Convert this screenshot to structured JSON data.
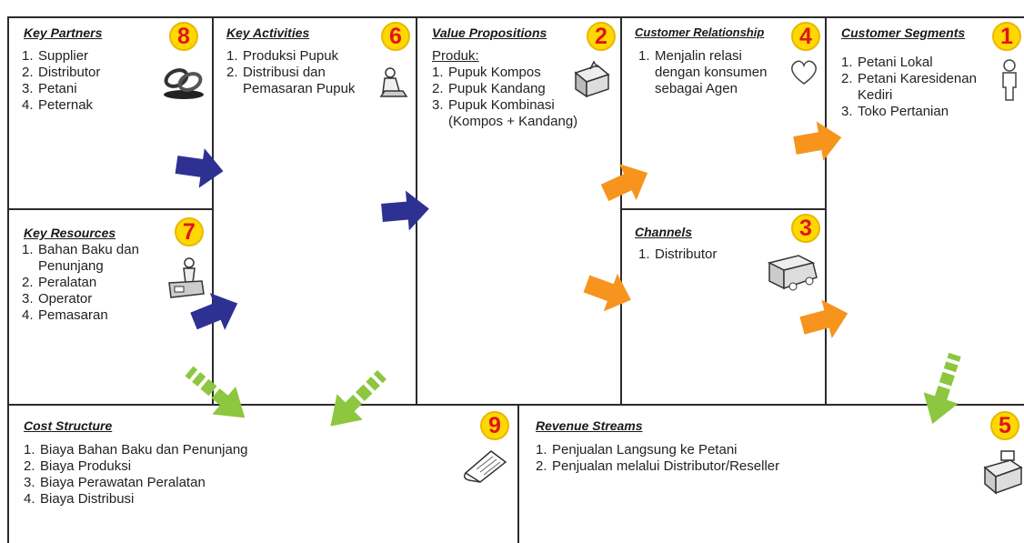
{
  "blocks": {
    "key_partners": {
      "title": "Key Partners",
      "number": "8",
      "items": [
        "Supplier",
        "Distributor",
        "Petani",
        "Peternak"
      ]
    },
    "key_activities": {
      "title": "Key Activities",
      "number": "6",
      "items": [
        "Produksi Pupuk",
        "Distribusi dan Pemasaran Pupuk"
      ]
    },
    "value_propositions": {
      "title": "Value Propositions",
      "number": "2",
      "subtitle": "Produk:",
      "items": [
        "Pupuk Kompos",
        "Pupuk Kandang",
        "Pupuk Kombinasi (Kompos + Kandang)"
      ]
    },
    "customer_relationship": {
      "title": "Customer Relationship",
      "number": "4",
      "items": [
        "Menjalin relasi dengan konsumen sebagai Agen"
      ]
    },
    "customer_segments": {
      "title": "Customer Segments",
      "number": "1",
      "items": [
        "Petani Lokal",
        "Petani Karesidenan Kediri",
        "Toko Pertanian"
      ]
    },
    "key_resources": {
      "title": "Key Resources",
      "number": "7",
      "items": [
        "Bahan Baku dan Penunjang",
        "Peralatan",
        "Operator",
        "Pemasaran"
      ]
    },
    "channels": {
      "title": "Channels",
      "number": "3",
      "items": [
        "Distributor"
      ]
    },
    "cost_structure": {
      "title": "Cost Structure",
      "number": "9",
      "items": [
        "Biaya Bahan Baku dan Penunjang",
        "Biaya Produksi",
        "Biaya Perawatan Peralatan",
        "Biaya Distribusi"
      ]
    },
    "revenue_streams": {
      "title": "Revenue Streams",
      "number": "5",
      "items": [
        "Penjualan Langsung ke Petani",
        "Penjualan melalui Distributor/Reseller"
      ]
    }
  },
  "colors": {
    "badge_fill": "#ffd800",
    "badge_text": "#e0151b",
    "arrow_blue": "#2e3192",
    "arrow_orange": "#f7941d",
    "arrow_green": "#8dc63f"
  }
}
